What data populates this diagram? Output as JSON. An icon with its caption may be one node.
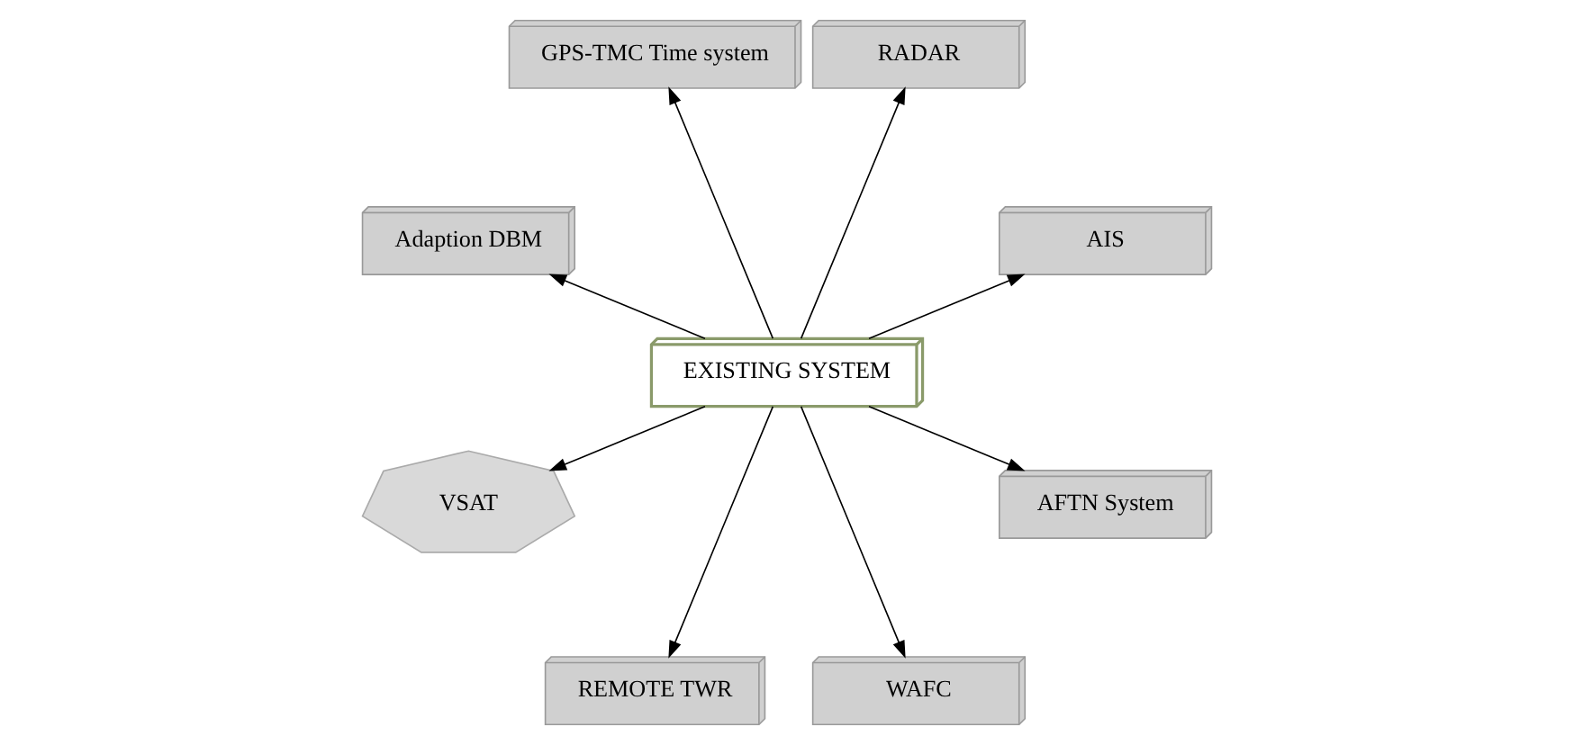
{
  "diagram": {
    "nodes": [
      {
        "text": [
          "AIS"
        ]
      },
      {
        "text": [
          "RADAR"
        ]
      },
      {
        "text": [
          "GPS-TMC Time system"
        ]
      },
      {
        "text": [
          "Adaption DBM"
        ]
      },
      {
        "text": [
          "EXISTING SYSTEM"
        ]
      },
      {
        "text": [
          "VSAT"
        ]
      },
      {
        "text": [
          "REMOTE TWR"
        ]
      },
      {
        "text": [
          "WAFC"
        ]
      },
      {
        "text": [
          "AFTN System"
        ]
      }
    ],
    "edges": [
      {
        "from": 4,
        "to": 0,
        "arrow": "to"
      },
      {
        "from": 4,
        "to": 1,
        "arrow": "to"
      },
      {
        "from": 4,
        "to": 2,
        "arrow": "to"
      },
      {
        "from": 4,
        "to": 3,
        "arrow": "to"
      },
      {
        "from": 4,
        "to": 5,
        "arrow": "to"
      },
      {
        "from": 4,
        "to": 6,
        "arrow": "to"
      },
      {
        "from": 4,
        "to": 7,
        "arrow": "to"
      },
      {
        "from": 4,
        "to": 8,
        "arrow": "to"
      }
    ]
  }
}
